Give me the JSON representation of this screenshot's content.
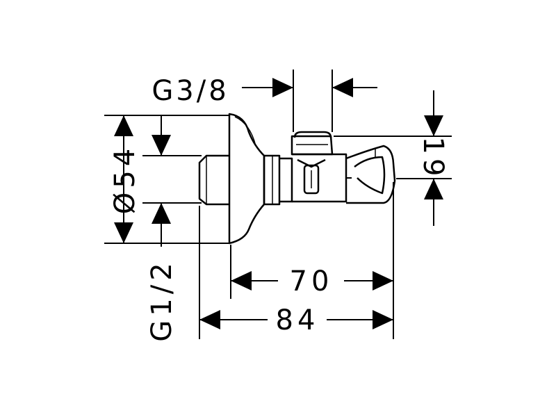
{
  "dimensions": {
    "thread_top": "G3/8",
    "diameter": "Ø54",
    "thread_bottom": "G1/2",
    "height_right": "19",
    "length_body": "70",
    "length_total": "84"
  },
  "colors": {
    "line": "#000000",
    "background": "#ffffff"
  }
}
